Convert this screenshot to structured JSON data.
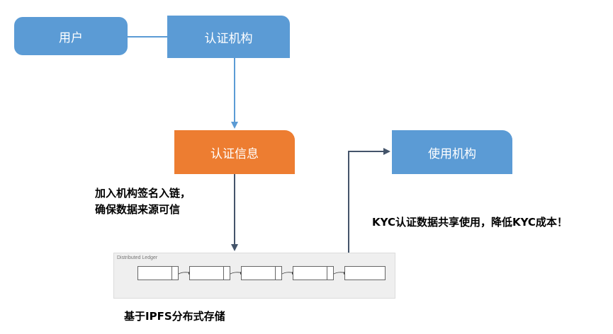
{
  "nodes": {
    "user": "用户",
    "auth_org": "认证机构",
    "auth_info": "认证信息",
    "using_org": "使用机构"
  },
  "captions": {
    "sign_line1": "加入机构签名入链，",
    "sign_line2": "确保数据来源可信",
    "share": "KYC认证数据共享使用，降低KYC成本！",
    "ipfs": "基于IPFS分布式存储"
  },
  "ledger": {
    "title": "Distributed Ledger",
    "block_count": 5
  },
  "colors": {
    "blue": "#5b9bd5",
    "orange": "#ed7d31",
    "arrow_blue": "#5b9bd5",
    "arrow_dark": "#44546a"
  }
}
